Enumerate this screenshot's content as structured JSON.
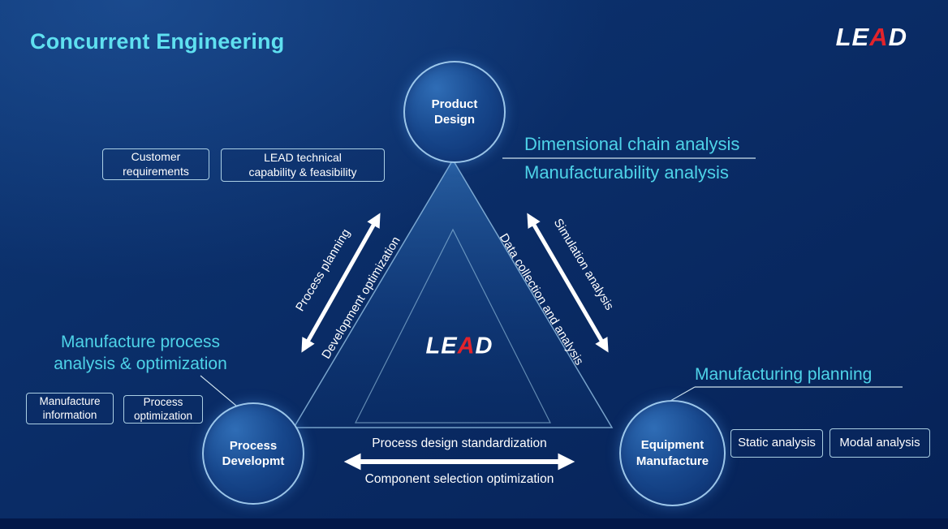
{
  "title": "Concurrent Engineering",
  "logo": {
    "le": "LE",
    "a": "A",
    "d": "D"
  },
  "nodes": {
    "top": "Product\nDesign",
    "bottom_left": "Process\nDevelopmt",
    "bottom_right": "Equipment\nManufacture"
  },
  "arrows": {
    "left": {
      "outer": "Process planning",
      "inner": "Development optimization"
    },
    "right": {
      "outer": "Simulation analysis",
      "inner": "Data collection and analysis"
    },
    "bottom": {
      "top": "Process design standardization",
      "bottom": "Component selection optimization"
    }
  },
  "callouts": {
    "product_inputs": [
      "Customer\nrequirements",
      "LEAD technical\ncapability & feasibility"
    ],
    "product_analysis": [
      "Dimensional chain analysis",
      "Manufacturability analysis"
    ],
    "process_label": "Manufacture process\nanalysis & optimization",
    "process_boxes": [
      "Manufacture\ninformation",
      "Process\noptimization"
    ],
    "equipment_label": "Manufacturing planning",
    "equipment_boxes": [
      "Static analysis",
      "Modal analysis"
    ]
  },
  "colors": {
    "accent_cyan": "#4ed3e8",
    "brand_red": "#e2232b",
    "background_navy": "#0a2c66",
    "arrow_white": "#ffffff"
  }
}
